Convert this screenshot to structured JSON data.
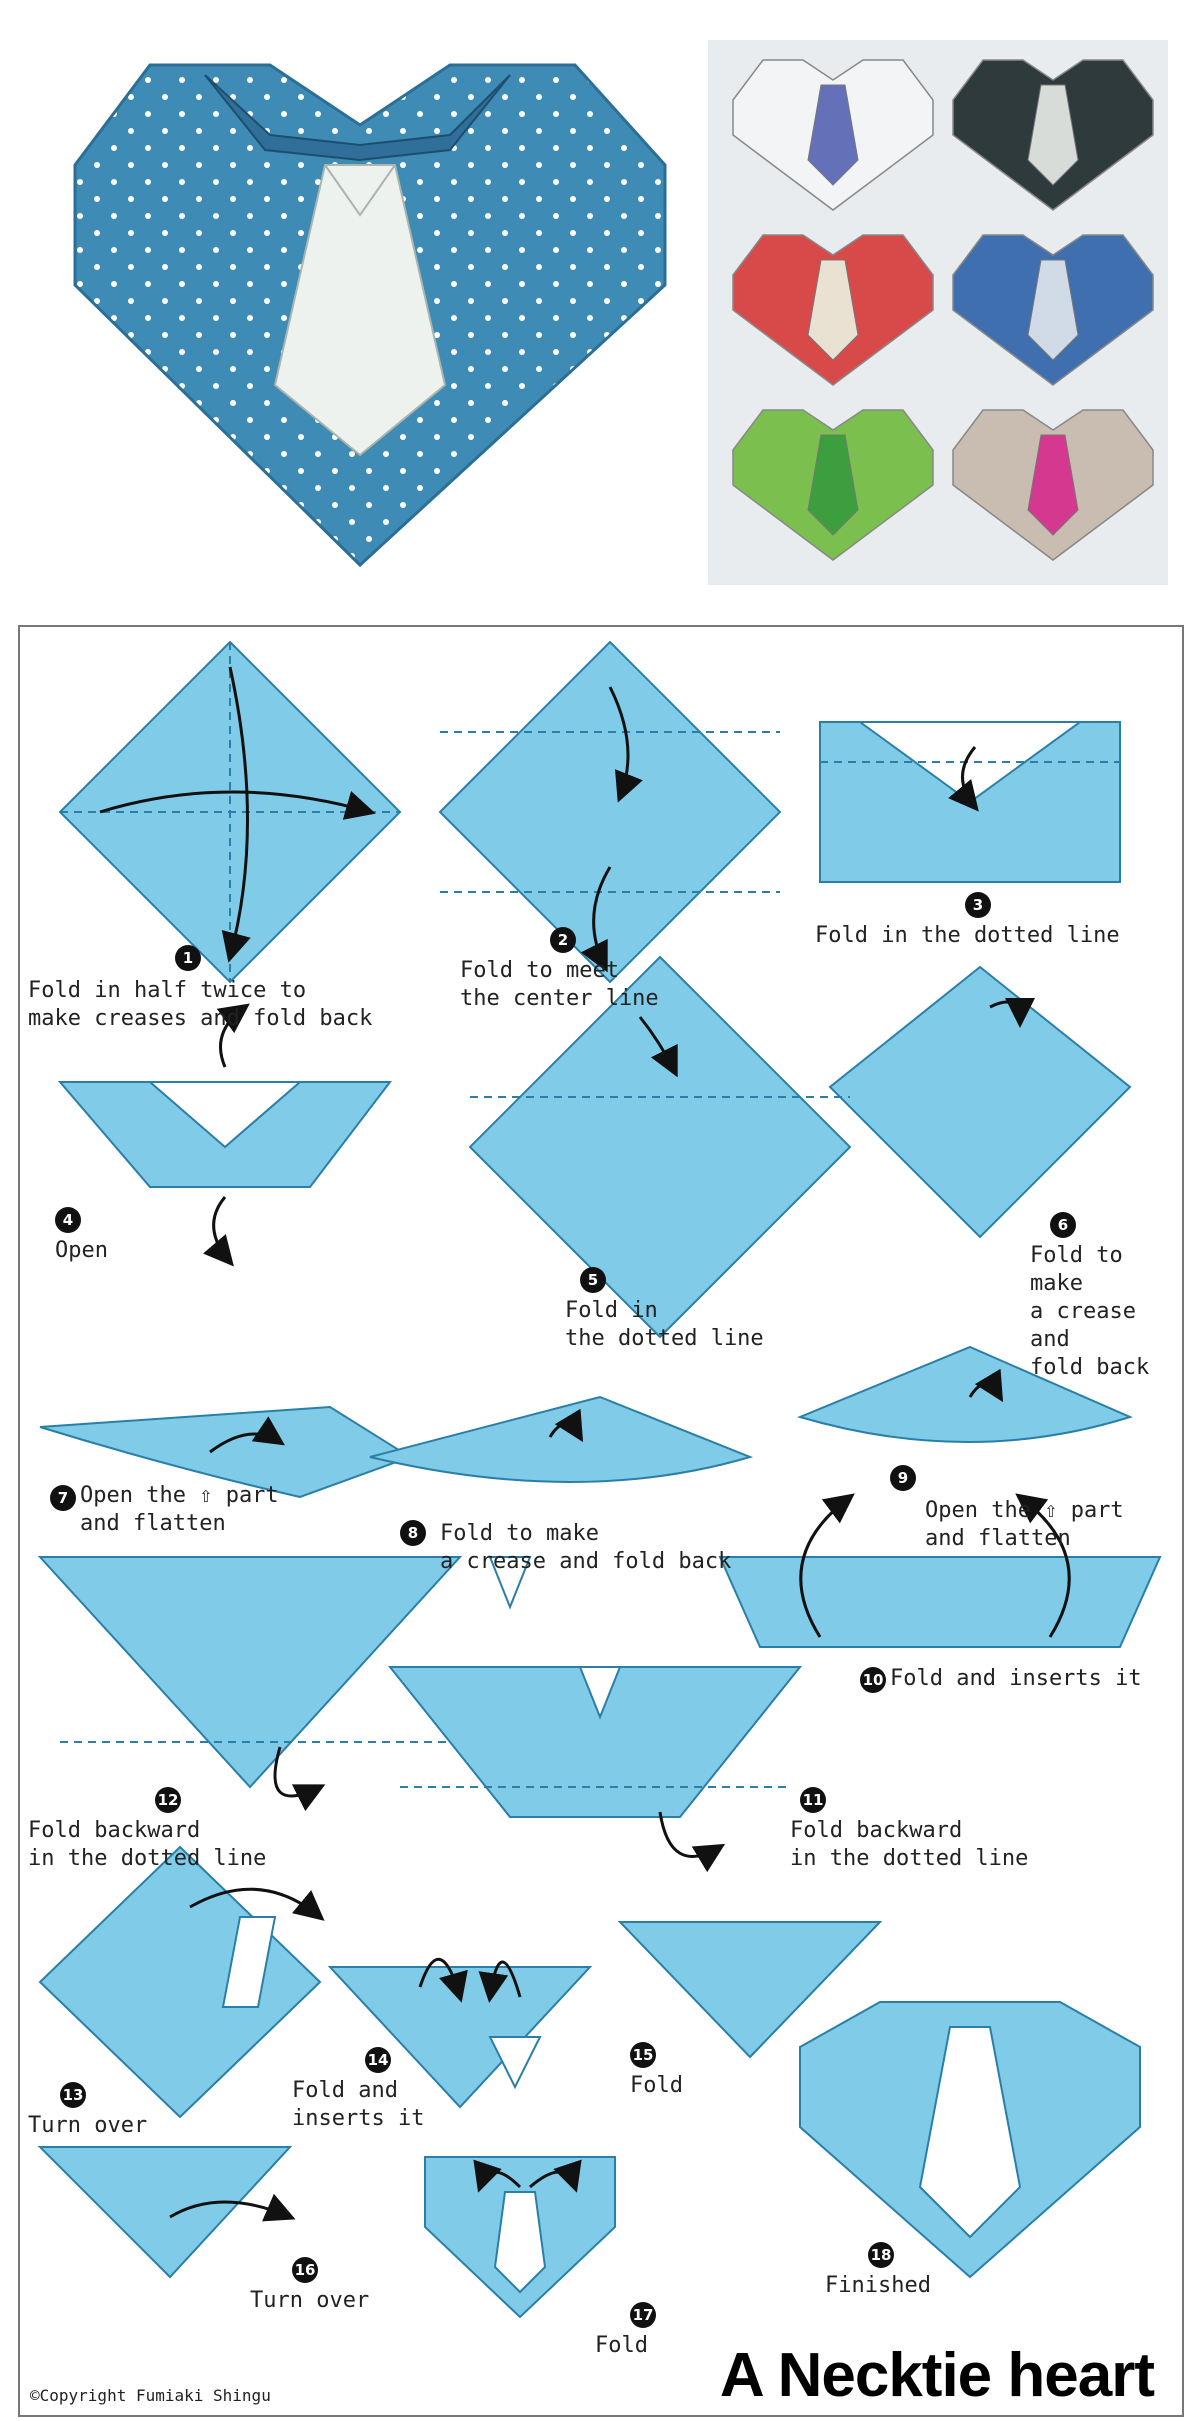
{
  "colors": {
    "paper": "#7fcbe8",
    "edge": "#2a7fa8",
    "photo_blue": "#3e8bb5",
    "tie": "#eef2ee"
  },
  "title": "A Necktie heart",
  "copyright": "©Copyright Fumiaki Shingu",
  "steps": [
    {
      "num": "1",
      "text": "Fold in half twice to\nmake creases and fold back"
    },
    {
      "num": "2",
      "text": "Fold to meet\nthe center line"
    },
    {
      "num": "3",
      "text": "Fold in the dotted line"
    },
    {
      "num": "4",
      "text": "Open"
    },
    {
      "num": "5",
      "text": "Fold in\nthe dotted line"
    },
    {
      "num": "6",
      "text": "Fold to make\na crease and\nfold back"
    },
    {
      "num": "7",
      "text": "Open the ⇧ part\nand flatten"
    },
    {
      "num": "8",
      "text": "Fold to make\na crease and fold back"
    },
    {
      "num": "9",
      "text": "Open the ⇧ part\nand flatten"
    },
    {
      "num": "10",
      "text": "Fold and inserts it"
    },
    {
      "num": "11",
      "text": "Fold backward\nin the dotted line"
    },
    {
      "num": "12",
      "text": "Fold backward\nin the dotted line"
    },
    {
      "num": "13",
      "text": "Turn over"
    },
    {
      "num": "14",
      "text": "Fold and\ninserts it"
    },
    {
      "num": "15",
      "text": "Fold"
    },
    {
      "num": "16",
      "text": "Turn over"
    },
    {
      "num": "17",
      "text": "Fold"
    },
    {
      "num": "18",
      "text": "Finished"
    }
  ]
}
